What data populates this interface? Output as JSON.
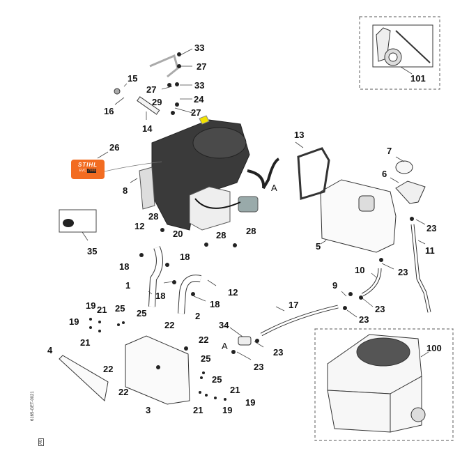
{
  "diagram": {
    "type": "exploded-parts-diagram",
    "subject": "Engine assembly, fuel tank and exhaust",
    "decal": {
      "brand": "STIHL",
      "model_prefix": "EVC",
      "model_number": "7000"
    },
    "document_id": "6165-GET-0021",
    "revision": "A0",
    "connection_marker": "A",
    "labels": {
      "l33a": "33",
      "l27a": "27",
      "l15": "15",
      "l27b": "27",
      "l33b": "33",
      "l16": "16",
      "l29": "29",
      "l24": "24",
      "l27c": "27",
      "l14": "14",
      "l101": "101",
      "l13": "13",
      "l26": "26",
      "l7": "7",
      "l6": "6",
      "l8": "8",
      "lA1": "A",
      "l28a": "28",
      "l12a": "12",
      "l20": "20",
      "l28b": "28",
      "l28c": "28",
      "l23a": "23",
      "l35": "35",
      "l5": "5",
      "l18a": "18",
      "l18b": "18",
      "l11": "11",
      "l10": "10",
      "l23b": "23",
      "l1": "1",
      "l18c": "18",
      "l12b": "12",
      "l9": "9",
      "l18d": "18",
      "l23c": "23",
      "l17": "17",
      "l19a": "19",
      "l21a": "21",
      "l25a": "25",
      "l25b": "25",
      "l2": "2",
      "l23d": "23",
      "l19b": "19",
      "l22a": "22",
      "l21b": "21",
      "l34": "34",
      "l4": "4",
      "l22b": "22",
      "lA2": "A",
      "l23e": "23",
      "l23f": "23",
      "l100": "100",
      "l22c": "22",
      "l25c": "25",
      "l22d": "22",
      "l25d": "25",
      "l21c": "21",
      "l21d": "21",
      "l19c": "19",
      "l3": "3",
      "l19d": "19"
    },
    "colors": {
      "engine_shroud": "#3a3a3a",
      "decal": "#f26c21",
      "fuel_cap_tab": "#f2e200",
      "outline": "#333333",
      "callout_line": "#444444",
      "dashed_box": "#777777"
    }
  }
}
